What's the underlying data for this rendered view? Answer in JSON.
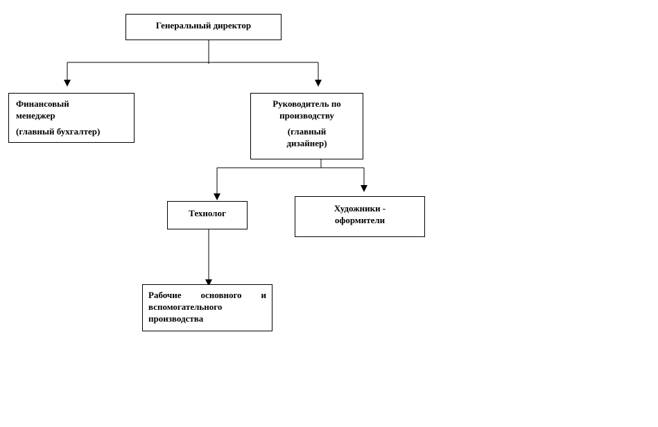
{
  "diagram": {
    "ceo": {
      "label": "Генеральный директор"
    },
    "finance_manager": {
      "line1": "Финансовый",
      "line2": "менеджер",
      "line3": "(главный бухгалтер)"
    },
    "production_head": {
      "line1": "Руководитель по",
      "line2": "производству",
      "line3": "(главный",
      "line4": "дизайнер)"
    },
    "technologist": {
      "label": "Технолог"
    },
    "artists": {
      "line1": "Художники -",
      "line2": "оформители"
    },
    "workers": {
      "line1": "Рабочие основного и",
      "line2": "вспомогательного",
      "line3": "производства"
    }
  },
  "colors": {
    "line": "#000000",
    "background": "#ffffff"
  }
}
